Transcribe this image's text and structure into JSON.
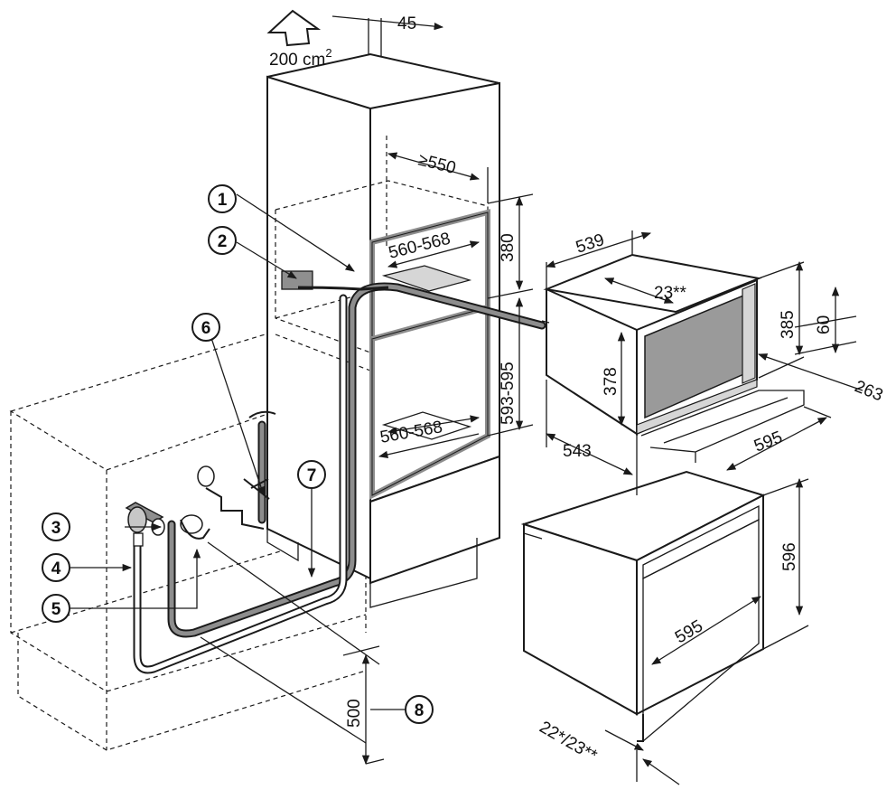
{
  "dimensions": {
    "vent_area": "200 cm",
    "vent_area_exp": "2",
    "top_depth": "45",
    "niche_depth_min": "≥550",
    "upper_width": "560-568",
    "upper_height": "380",
    "lower_height": "593-595",
    "lower_width": "560-568",
    "top_unit_width": "539",
    "top_unit_offset": "23**",
    "top_unit_height_385": "385",
    "top_unit_height_60": "60",
    "top_unit_front_height": "378",
    "top_unit_depth": "263",
    "top_unit_depth_543": "543",
    "top_unit_front_width": "595",
    "oven_height": "596",
    "oven_width": "595",
    "oven_front_offset": "22*/23**",
    "drain_height": "500"
  },
  "callouts": [
    "1",
    "2",
    "3",
    "4",
    "5",
    "6",
    "7",
    "8"
  ],
  "icons": {
    "vent_arrow": "up-arrow-outline-icon",
    "callout": "circle-number-icon"
  }
}
